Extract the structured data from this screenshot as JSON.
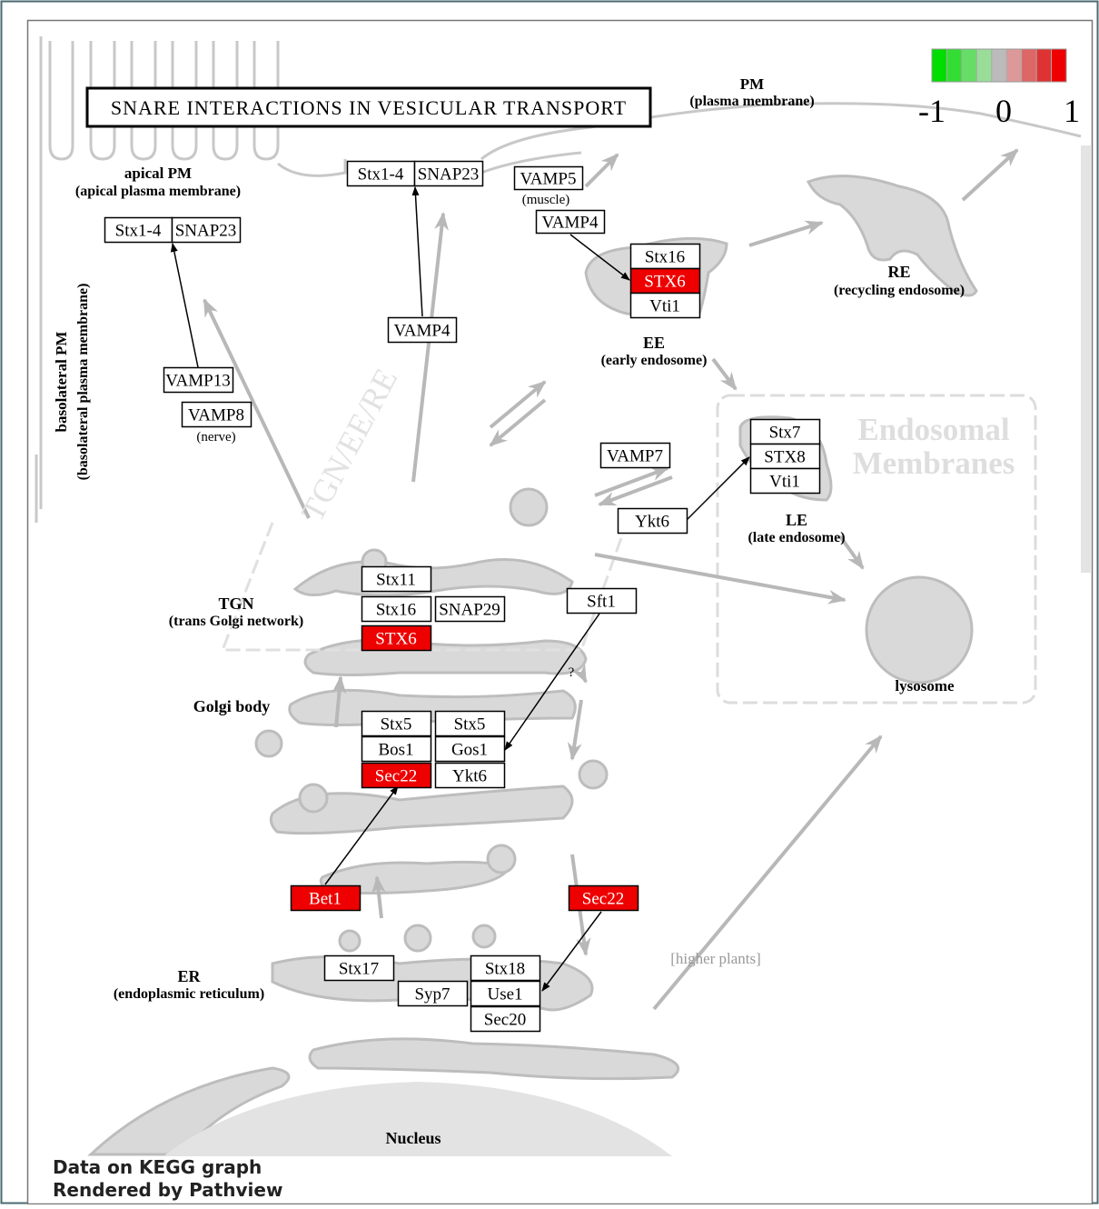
{
  "title": "SNARE INTERACTIONS IN VESICULAR TRANSPORT",
  "legend": {
    "min": "-1",
    "mid": "0",
    "max": "1",
    "colors": [
      "#00dd00",
      "#33dd33",
      "#66dd66",
      "#99dd99",
      "#bbbbbb",
      "#dd9999",
      "#dd6666",
      "#dd3333",
      "#ee0000"
    ]
  },
  "compartments": {
    "pm": "PM",
    "pm_sub": "(plasma membrane)",
    "apical": "apical PM",
    "apical_sub": "(apical plasma membrane)",
    "basolateral": "basolateral PM",
    "basolateral_sub": "(basolateral plasma membrane)",
    "re": "RE",
    "re_sub": "(recycling endosome)",
    "ee": "EE",
    "ee_sub": "(early endosome)",
    "le": "LE",
    "le_sub": "(late endosome)",
    "tgn": "TGN",
    "tgn_sub": "(trans Golgi network)",
    "golgi": "Golgi body",
    "er": "ER",
    "er_sub": "(endoplasmic reticulum)",
    "lysosome": "lysosome",
    "nucleus": "Nucleus",
    "endosomal_1": "Endosomal",
    "endosomal_2": "Membranes",
    "tgn_ee_re": "TGN/EE/RE",
    "higher_plants": "[higher plants]",
    "nerve": "(nerve)",
    "muscle": "(muscle)",
    "question": "?"
  },
  "genes": [
    {
      "id": "g1",
      "label": "Stx1-4",
      "hl": false
    },
    {
      "id": "g2",
      "label": "SNAP23",
      "hl": false
    },
    {
      "id": "g3",
      "label": "Stx1-4",
      "hl": false
    },
    {
      "id": "g4",
      "label": "SNAP23",
      "hl": false
    },
    {
      "id": "g5",
      "label": "VAMP5",
      "hl": false
    },
    {
      "id": "g6",
      "label": "VAMP4",
      "hl": false
    },
    {
      "id": "g7",
      "label": "Stx16",
      "hl": false
    },
    {
      "id": "g8",
      "label": "STX6",
      "hl": true
    },
    {
      "id": "g9",
      "label": "Vti1",
      "hl": false
    },
    {
      "id": "g10",
      "label": "VAMP4",
      "hl": false
    },
    {
      "id": "g11",
      "label": "VAMP13",
      "hl": false
    },
    {
      "id": "g12",
      "label": "VAMP8",
      "hl": false
    },
    {
      "id": "g13",
      "label": "Stx7",
      "hl": false
    },
    {
      "id": "g14",
      "label": "STX8",
      "hl": false
    },
    {
      "id": "g15",
      "label": "Vti1",
      "hl": false
    },
    {
      "id": "g16",
      "label": "VAMP7",
      "hl": false
    },
    {
      "id": "g17",
      "label": "Ykt6",
      "hl": false
    },
    {
      "id": "g18",
      "label": "Stx11",
      "hl": false
    },
    {
      "id": "g19",
      "label": "Stx16",
      "hl": false
    },
    {
      "id": "g20",
      "label": "SNAP29",
      "hl": false
    },
    {
      "id": "g21",
      "label": "STX6",
      "hl": true
    },
    {
      "id": "g22",
      "label": "Sft1",
      "hl": false
    },
    {
      "id": "g23",
      "label": "Stx5",
      "hl": false
    },
    {
      "id": "g24",
      "label": "Bos1",
      "hl": false
    },
    {
      "id": "g25",
      "label": "Sec22",
      "hl": true
    },
    {
      "id": "g26",
      "label": "Stx5",
      "hl": false
    },
    {
      "id": "g27",
      "label": "Gos1",
      "hl": false
    },
    {
      "id": "g28",
      "label": "Ykt6",
      "hl": false
    },
    {
      "id": "g29",
      "label": "Bet1",
      "hl": true
    },
    {
      "id": "g30",
      "label": "Sec22",
      "hl": true
    },
    {
      "id": "g31",
      "label": "Stx17",
      "hl": false
    },
    {
      "id": "g32",
      "label": "Syp7",
      "hl": false
    },
    {
      "id": "g33",
      "label": "Stx18",
      "hl": false
    },
    {
      "id": "g34",
      "label": "Use1",
      "hl": false
    },
    {
      "id": "g35",
      "label": "Sec20",
      "hl": false
    }
  ],
  "highlight_color": "#ee0000",
  "footer": {
    "line1": "Data on KEGG graph",
    "line2": "Rendered by Pathview"
  }
}
